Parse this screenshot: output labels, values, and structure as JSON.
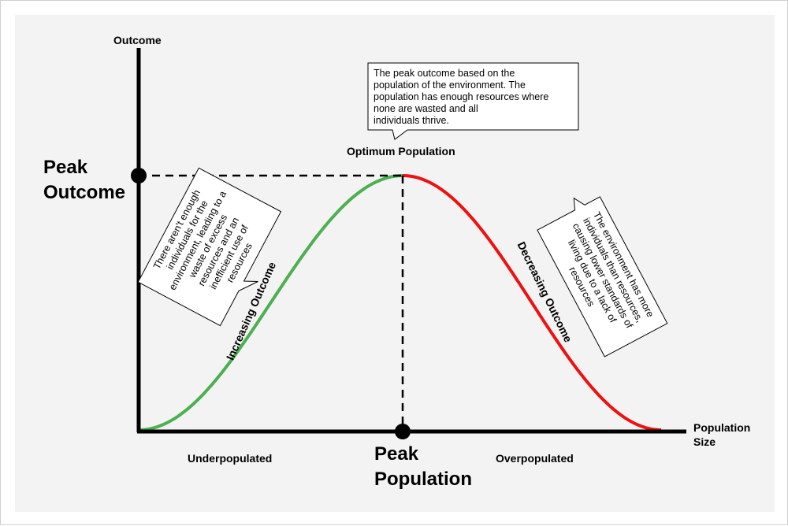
{
  "axes": {
    "y_label": "Outcome",
    "x_label_line1": "Population",
    "x_label_line2": "Size"
  },
  "labels": {
    "peak_outcome_line1": "Peak",
    "peak_outcome_line2": "Outcome",
    "peak_population_line1": "Peak",
    "peak_population_line2": "Population",
    "optimum_population": "Optimum Population",
    "underpopulated": "Underpopulated",
    "overpopulated": "Overpopulated",
    "increasing_outcome": "Increasing Outcome",
    "decreasing_outcome": "Decreasing Outcome"
  },
  "callouts": {
    "top": [
      "The peak outcome based on the",
      "population of the environment. The",
      "population has enough resources where",
      "none are wasted and all",
      "individuals thrive."
    ],
    "left": [
      "There aren't enough",
      "individuals for the",
      "environment, leading to a",
      "waste of excess",
      "resources and an",
      "inefficient use of",
      "resources"
    ],
    "right": [
      "The environment has more",
      "individuals than resources,",
      "causing lower standards of",
      "living due to a lack of",
      "resources"
    ]
  },
  "colors": {
    "background": "#f3f3f3",
    "increasing_curve": "#4caf50",
    "decreasing_curve": "#ee1111",
    "axis": "#000000"
  }
}
